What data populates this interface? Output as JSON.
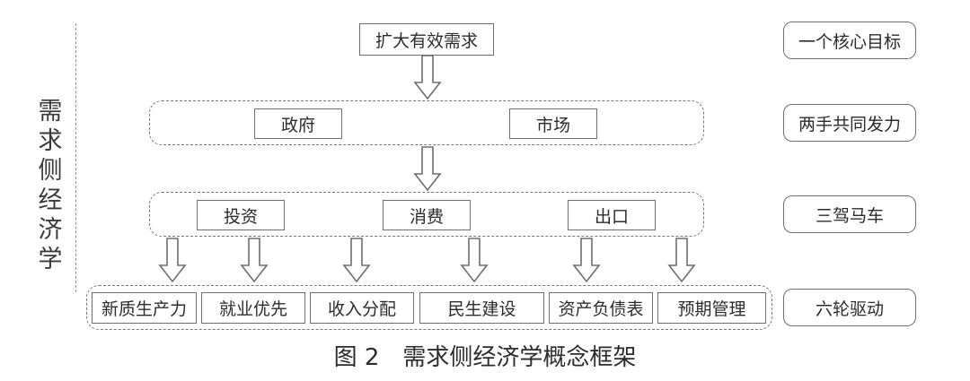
{
  "diagram": {
    "vertical_title": [
      "需",
      "求",
      "侧",
      "经",
      "济",
      "学"
    ],
    "goal": "扩大有效需求",
    "two_hands": [
      "政府",
      "市场"
    ],
    "troika": [
      "投资",
      "消费",
      "出口"
    ],
    "six_wheels": [
      "新质生产力",
      "就业优先",
      "收入分配",
      "民生建设",
      "资产负债表",
      "预期管理"
    ],
    "side_labels": [
      "一个核心目标",
      "两手共同发力",
      "三驾马车",
      "六轮驱动"
    ],
    "caption": "图 2　需求侧经济学概念框架"
  }
}
